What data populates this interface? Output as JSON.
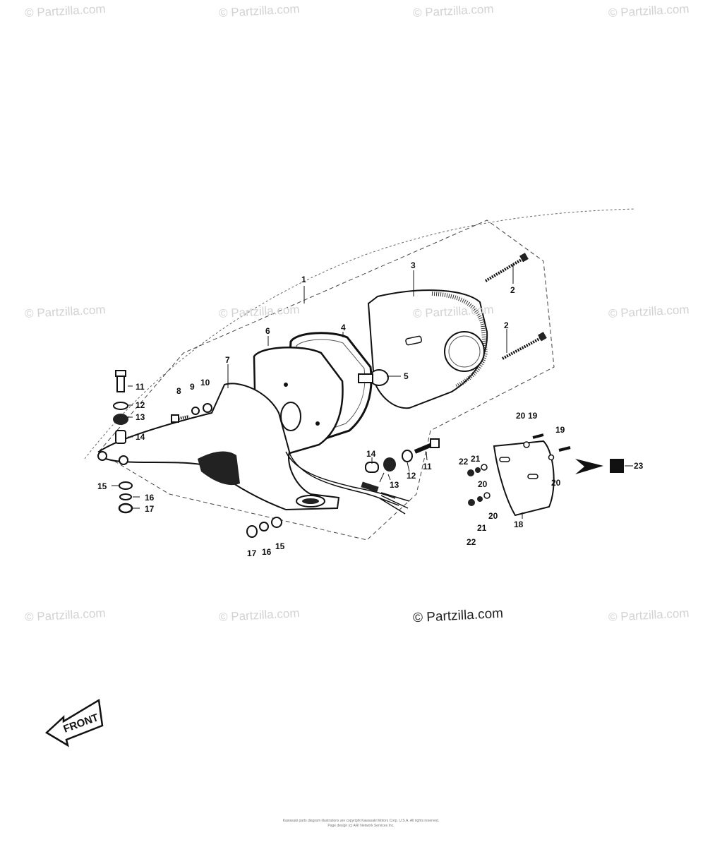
{
  "watermark": "© Partzilla.com",
  "watermark_main": "© Partzilla.com",
  "front_label": "FRONT",
  "callouts": {
    "c1": "1",
    "c2a": "2",
    "c2b": "2",
    "c3": "3",
    "c4": "4",
    "c5": "5",
    "c6": "6",
    "c7": "7",
    "c8": "8",
    "c9": "9",
    "c10": "10",
    "c11a": "11",
    "c11b": "11",
    "c12a": "12",
    "c12b": "12",
    "c13a": "13",
    "c13b": "13",
    "c14a": "14",
    "c14b": "14",
    "c15a": "15",
    "c15b": "15",
    "c16a": "16",
    "c16b": "16",
    "c17a": "17",
    "c17b": "17",
    "c18": "18",
    "c19a": "19",
    "c19b": "19",
    "c20a": "20",
    "c20b": "20",
    "c20c": "20",
    "c20d": "20",
    "c21a": "21",
    "c21b": "21",
    "c22a": "22",
    "c22b": "22",
    "c23": "23"
  },
  "footer": {
    "line1": "Kawasaki parts diagram illustrations are copyright Kawasaki Motors Corp. U.S.A. All rights reserved.",
    "line2": "Page design (c) ARI Network Services Inc."
  }
}
